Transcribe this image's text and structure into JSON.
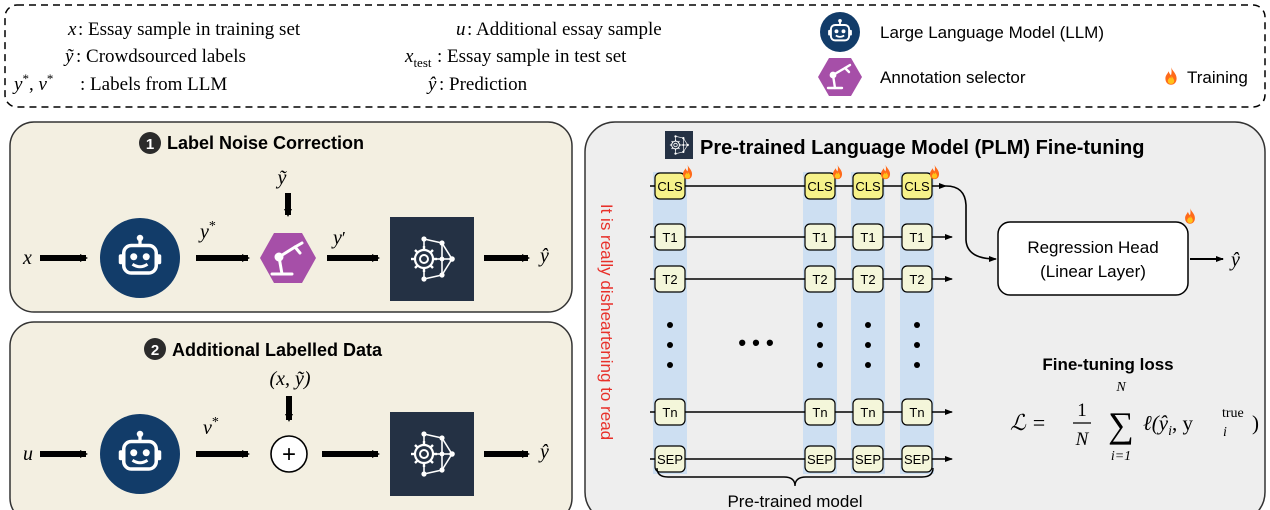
{
  "legend": {
    "x_desc": ": Essay sample in training set",
    "y_tilde_desc": ": Crowdsourced labels",
    "y_star_desc": ": Labels from LLM",
    "u_desc": ": Additional essay sample",
    "x_test_desc": ": Essay sample in test set",
    "y_hat_desc": ": Prediction",
    "llm_label": "Large Language Model (LLM)",
    "selector_label": "Annotation selector",
    "training_label": "Training"
  },
  "panel1": {
    "number": "1",
    "title": "Label Noise Correction",
    "input": "x",
    "llm_out": "y",
    "llm_out_sup": "*",
    "crowd": "ỹ",
    "selector_out": "y",
    "selector_out_sup": "′",
    "prediction": "ŷ"
  },
  "panel2": {
    "number": "2",
    "title": "Additional Labelled Data",
    "input": "u",
    "llm_out": "v",
    "llm_out_sup": "*",
    "pair": "(x, ỹ)",
    "plus": "+",
    "prediction": "ŷ"
  },
  "panel3": {
    "title": "Pre-trained Language Model (PLM) Fine-tuning",
    "rotated_text": "It is really disheartening to read",
    "token_labels": [
      "CLS",
      "T1",
      "T2",
      "Tn",
      "SEP"
    ],
    "ellipsis": "• • •",
    "brace_label": "Pre-trained model",
    "head_line1": "Regression Head",
    "head_line2": "(Linear Layer)",
    "head_output": "ŷ",
    "loss_title": "Fine-tuning loss",
    "loss_lhs": "ℒ = ",
    "loss_frac_num": "1",
    "loss_frac_den": "N",
    "loss_sum_top": "N",
    "loss_sum_bottom": "i=1",
    "loss_sigma": "∑",
    "loss_term": "ℓ(ŷ",
    "loss_term_i": "i",
    "loss_term_mid": ", y",
    "loss_term_sub": "i",
    "loss_term_sup": "true",
    "loss_term_end": ")"
  },
  "colors": {
    "panel_fill": "#f3efe1",
    "panel3_fill": "#eeeeee",
    "llm_circle": "#123c69",
    "plm_box": "#243144",
    "selector": "#a64fa8",
    "cls_fill": "#f6f28a",
    "token_fill": "#f4f6da",
    "column_fill": "#cddff2",
    "rotated_text": "#e8302a",
    "flame": "#ff6a1a"
  }
}
